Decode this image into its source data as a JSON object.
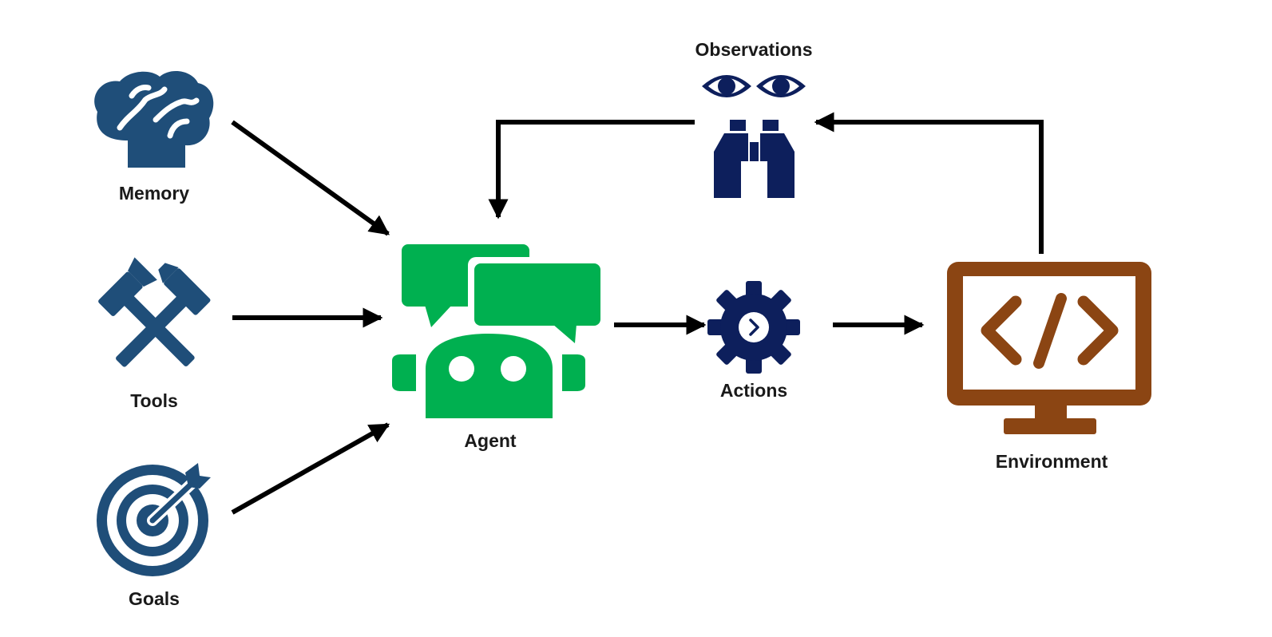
{
  "colors": {
    "blue": "#1f4e79",
    "navy": "#0d1f5c",
    "green": "#00b050",
    "brown": "#8b4513",
    "arrow": "#000000"
  },
  "nodes": {
    "memory": {
      "label": "Memory",
      "icon": "brain-icon"
    },
    "tools": {
      "label": "Tools",
      "icon": "crossed-hammers-icon"
    },
    "goals": {
      "label": "Goals",
      "icon": "target-arrow-icon"
    },
    "agent": {
      "label": "Agent",
      "icon": "chatbot-icon"
    },
    "actions": {
      "label": "Actions",
      "icon": "gear-play-icon"
    },
    "environment": {
      "label": "Environment",
      "icon": "code-monitor-icon"
    },
    "observations": {
      "label": "Observations",
      "icon": "eyes-binoculars-icon"
    }
  },
  "edges": [
    {
      "from": "Memory",
      "to": "Agent"
    },
    {
      "from": "Tools",
      "to": "Agent"
    },
    {
      "from": "Goals",
      "to": "Agent"
    },
    {
      "from": "Agent",
      "to": "Actions"
    },
    {
      "from": "Actions",
      "to": "Environment"
    },
    {
      "from": "Environment",
      "to": "Observations"
    },
    {
      "from": "Observations",
      "to": "Agent"
    }
  ]
}
